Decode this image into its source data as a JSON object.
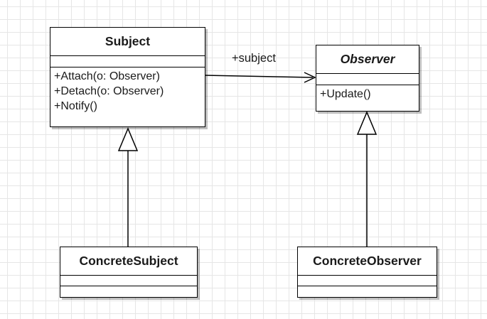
{
  "subject": {
    "name": "Subject",
    "operations": [
      "+Attach(o: Observer)",
      "+Detach(o: Observer)",
      "+Notify()"
    ]
  },
  "observer": {
    "name": "Observer",
    "abstract": true,
    "operations": [
      "+Update()"
    ]
  },
  "concrete_subject": {
    "name": "ConcreteSubject"
  },
  "concrete_observer": {
    "name": "ConcreteObserver"
  },
  "association": {
    "label": "+subject"
  }
}
